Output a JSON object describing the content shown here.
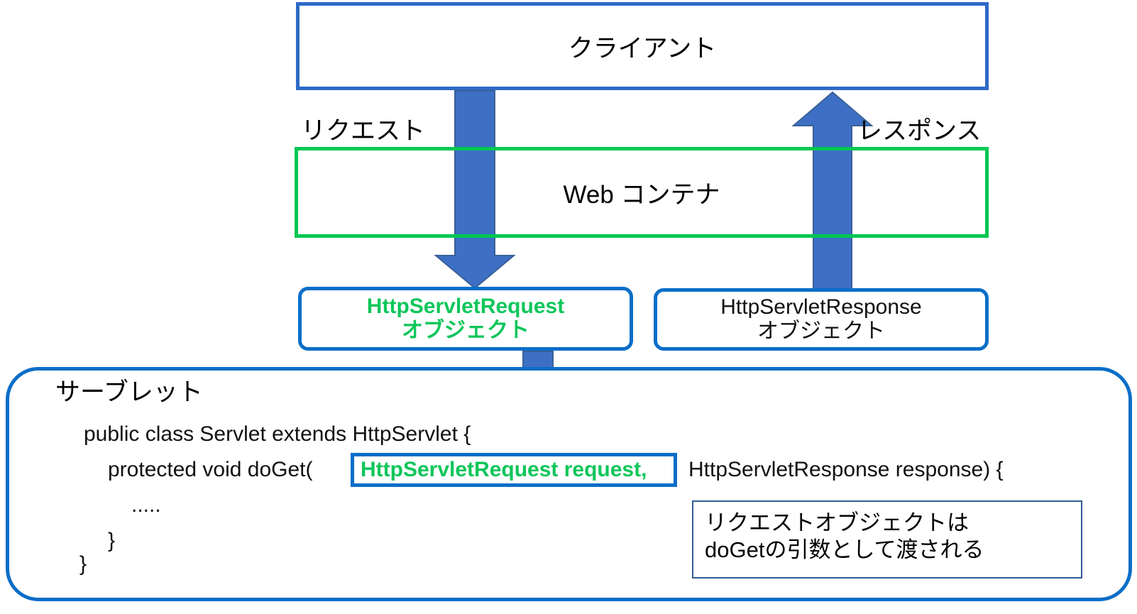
{
  "diagram": {
    "title_client": "クライアント",
    "title_container": "Web コンテナ",
    "label_request_flow": "リクエスト",
    "label_response_flow": "レスポンス",
    "request_object": {
      "type_name": "HttpServletRequest",
      "object_word": "オブジェクト"
    },
    "response_object": {
      "type_name": "HttpServletResponse",
      "object_word": "オブジェクト"
    },
    "servlet": {
      "title": "サーブレット",
      "code_line_1": "public class Servlet extends HttpServlet {",
      "code_line_2": "protected void doGet(",
      "code_highlight": "HttpServletRequest request,",
      "code_line_2_tail": "HttpServletResponse response) {",
      "code_line_3": ".....",
      "code_line_4": "}",
      "code_line_5": "}"
    },
    "callout": {
      "line1": "リクエストオブジェクトは",
      "line2": "doGetの引数として渡される"
    },
    "colors": {
      "blue_border": "#0a6ec8",
      "client_border": "#2e6ac6",
      "green_border": "#00c752",
      "green_text": "#0ec65a",
      "arrow_fill": "#3d6fc4",
      "arrow_stroke": "#3a6098",
      "callout_border": "#2e5f93",
      "connector": "#2e5f93"
    }
  }
}
